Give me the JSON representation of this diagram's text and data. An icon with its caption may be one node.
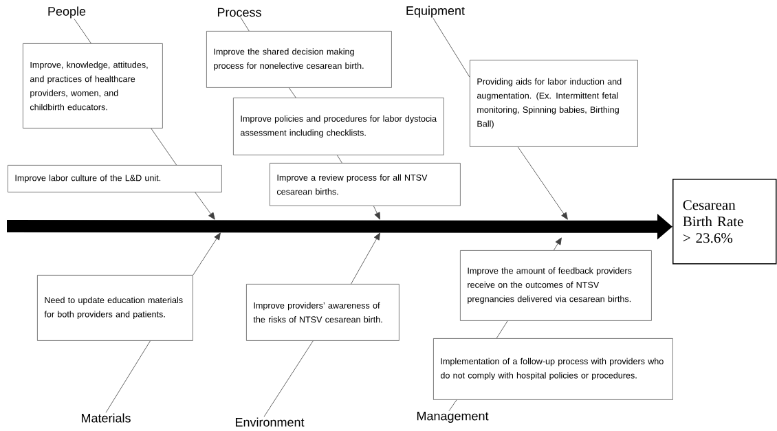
{
  "diagram": {
    "nodes": [
      {
        "text": [
          "People"
        ]
      },
      {
        "text": [
          "Improve, knowledge, attitudes, and practices of healthcare providers, women, and childbirth educators."
        ]
      },
      {
        "text": [
          "Improve labor culture of the L&D unit."
        ]
      },
      {
        "text": [
          "Process"
        ]
      },
      {
        "text": [
          "Improve the shared decision making process for nonelective cesarean birth."
        ]
      },
      {
        "text": [
          "Improve policies and procedures for labor dystocia assessment including checklists."
        ]
      },
      {
        "text": [
          "Improve a review process for all NTSV cesarean births."
        ]
      },
      {
        "text": [
          "Equipment"
        ]
      },
      {
        "text": [
          "Providing aids for labor induction and augmentation. (Ex.  Intermittent fetal monitoring, Spinning babies, Birthing Ball)"
        ]
      },
      {
        "text": [
          "Cesarean Birth Rate > 23.6%"
        ]
      },
      {
        "text": [
          "Need to update education materials for both providers and patients."
        ]
      },
      {
        "text": [
          "Improve providers’ awareness of the risks of NTSV cesarean birth."
        ]
      },
      {
        "text": [
          "Improve the amount of feedback providers receive on the outcomes of NTSV pregnancies delivered via cesarean births."
        ]
      },
      {
        "text": [
          "Implementation of a follow-up process with providers who do not comply with hospital policies or procedures."
        ]
      },
      {
        "text": [
          "Materials"
        ]
      },
      {
        "text": [
          "Environment"
        ]
      },
      {
        "text": [
          "Management"
        ]
      }
    ],
    "edges": [
      {
        "from": 0,
        "to": 1,
        "arrow": "none"
      },
      {
        "from": 1,
        "to": 2,
        "arrow": "none"
      },
      {
        "from": 2,
        "to": null,
        "arrow": "to"
      },
      {
        "from": 3,
        "to": 4,
        "arrow": "none"
      },
      {
        "from": 4,
        "to": 5,
        "arrow": "none"
      },
      {
        "from": 5,
        "to": 6,
        "arrow": "none"
      },
      {
        "from": 6,
        "to": null,
        "arrow": "to"
      },
      {
        "from": 7,
        "to": 8,
        "arrow": "none"
      },
      {
        "from": 8,
        "to": null,
        "arrow": "to"
      },
      {
        "from": 14,
        "to": 10,
        "arrow": "none"
      },
      {
        "from": 10,
        "to": null,
        "arrow": "to"
      },
      {
        "from": 15,
        "to": 11,
        "arrow": "none"
      },
      {
        "from": 11,
        "to": null,
        "arrow": "to"
      },
      {
        "from": 16,
        "to": 13,
        "arrow": "none"
      },
      {
        "from": 13,
        "to": 12,
        "arrow": "none"
      },
      {
        "from": 12,
        "to": null,
        "arrow": "to"
      },
      {
        "from": null,
        "to": 9,
        "arrow": "to",
        "style": "thick"
      }
    ]
  }
}
